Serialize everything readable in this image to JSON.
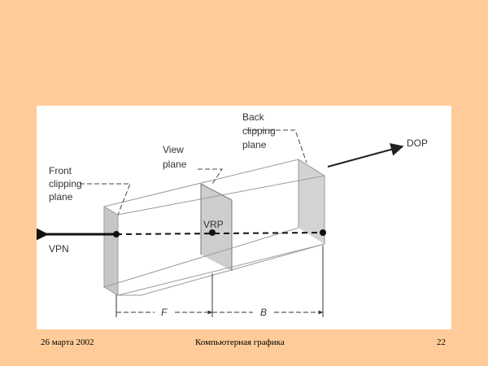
{
  "diagram": {
    "labels": {
      "back_line1": "Back",
      "back_line2": "clipping",
      "back_line3": "plane",
      "view_line1": "View",
      "view_line2": "plane",
      "front_line1": "Front",
      "front_line2": "clipping",
      "front_line3": "plane",
      "dop": "DOP",
      "vpn": "VPN",
      "vrp": "VRP",
      "f": "F",
      "b": "B"
    }
  },
  "footer": {
    "date": "26 марта 2002",
    "title": "Компьютерная графика",
    "page": "22"
  }
}
